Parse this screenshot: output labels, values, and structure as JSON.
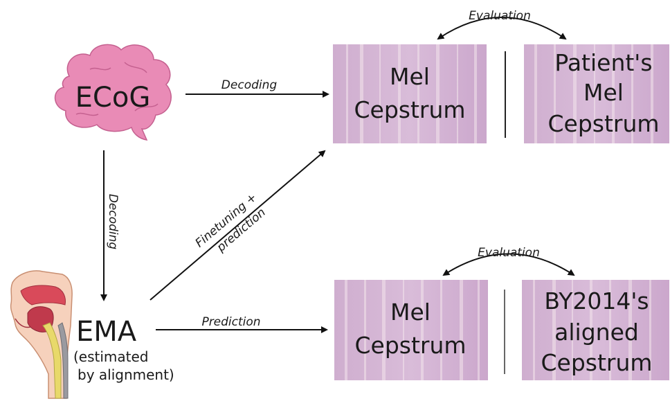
{
  "nodes": {
    "ecog": "ECoG",
    "ema": "EMA",
    "ema_note_line1": "(estimated",
    "ema_note_line2": "by alignment)"
  },
  "boxes": {
    "top_left": [
      "Mel",
      "Cepstrum"
    ],
    "top_right": [
      "Patient's",
      "Mel",
      "Cepstrum"
    ],
    "bottom_left": [
      "Mel",
      "Cepstrum"
    ],
    "bottom_right": [
      "BY2014's",
      "aligned",
      "Cepstrum"
    ]
  },
  "edges": {
    "ecog_to_mel": "Decoding",
    "ecog_to_ema": "Decoding",
    "ema_to_top_mel_line1": "Finetuning +",
    "ema_to_top_mel_line2": "prediction",
    "ema_to_bottom_mel": "Prediction",
    "top_evaluation": "Evaluation",
    "bottom_evaluation": "Evaluation"
  },
  "colors": {
    "brain": "#e98bb6",
    "brain_outline": "#c4608f",
    "spectrogram_bg": "#d6b6d8",
    "spectrogram_stripe": "#f4e6ec"
  }
}
